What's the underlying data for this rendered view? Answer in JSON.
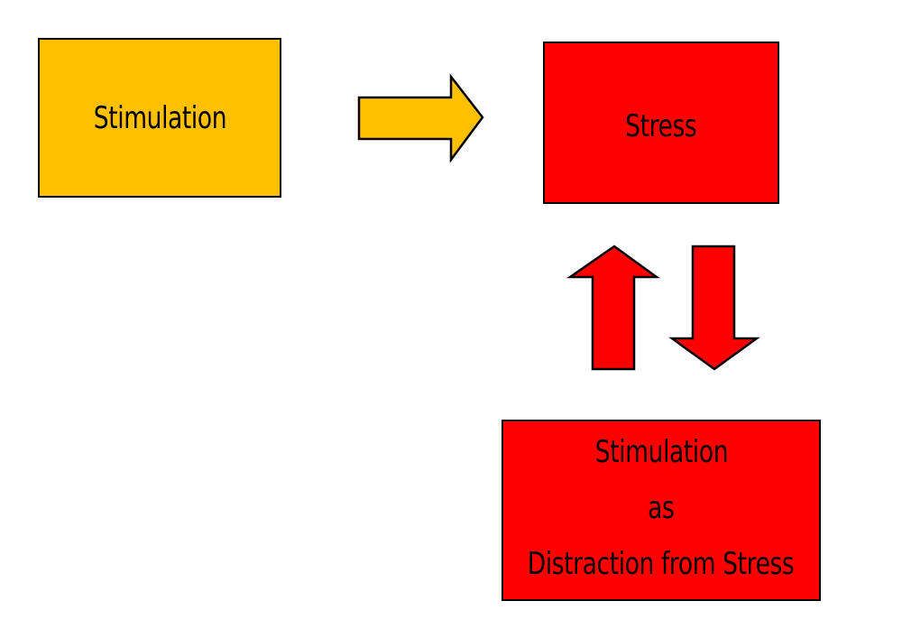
{
  "colors": {
    "orange": "#FFC000",
    "red": "#FF0000",
    "border": "#000000"
  },
  "boxes": {
    "stimulation": {
      "label": "Stimulation"
    },
    "stress": {
      "label": "Stress"
    },
    "distraction": {
      "line1": "Stimulation",
      "line2": "as",
      "line3": "Distraction from Stress"
    }
  },
  "arrows": [
    {
      "from": "stimulation",
      "to": "stress",
      "direction": "right"
    },
    {
      "from": "distraction",
      "to": "stress",
      "direction": "up"
    },
    {
      "from": "stress",
      "to": "distraction",
      "direction": "down"
    }
  ]
}
